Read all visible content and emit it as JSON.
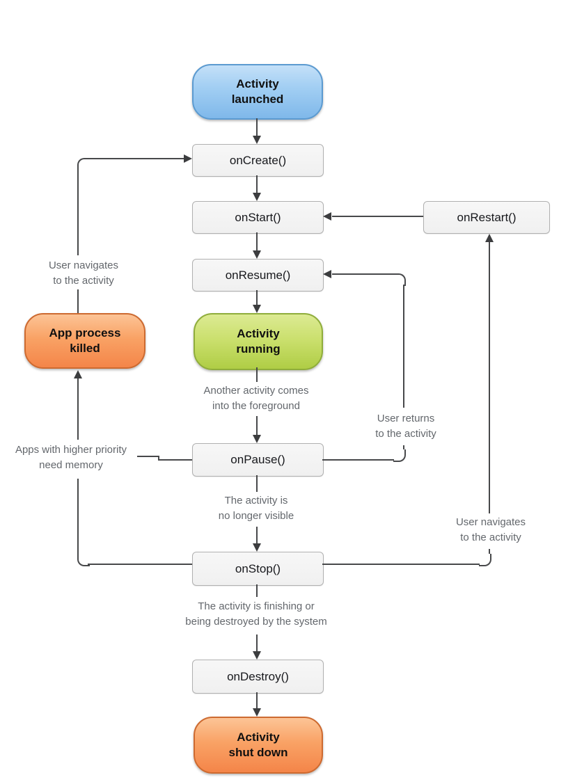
{
  "colors": {
    "state_blue_fill": "#7fb8ea",
    "state_blue_border": "#5b9ad0",
    "state_green_fill": "#afcd45",
    "state_green_border": "#8fad3b",
    "state_orange_fill": "#f48549",
    "state_orange_border": "#cd6a30",
    "callback_fill": "#f3f3f3",
    "callback_border": "#b0b0b0",
    "connector_line": "#47484a",
    "annotation_text": "#63676c",
    "label_text": "#101010"
  },
  "states": {
    "activity_launched": {
      "label": "Activity\nlaunched"
    },
    "activity_running": {
      "label": "Activity\nrunning"
    },
    "app_process_killed": {
      "label": "App process\nkilled"
    },
    "activity_shut_down": {
      "label": "Activity\nshut down"
    }
  },
  "callbacks": {
    "on_create": {
      "label": "onCreate()"
    },
    "on_start": {
      "label": "onStart()"
    },
    "on_restart": {
      "label": "onRestart()"
    },
    "on_resume": {
      "label": "onResume()"
    },
    "on_pause": {
      "label": "onPause()"
    },
    "on_stop": {
      "label": "onStop()"
    },
    "on_destroy": {
      "label": "onDestroy()"
    }
  },
  "annotations": {
    "user_navigates_left": {
      "label": "User navigates\nto the activity"
    },
    "another_activity_foreground": {
      "label": "Another activity comes\ninto the foreground"
    },
    "user_returns": {
      "label": "User returns\nto the activity"
    },
    "apps_higher_priority": {
      "label": "Apps with higher priority\nneed memory"
    },
    "activity_no_longer_visible": {
      "label": "The activity is\nno longer visible"
    },
    "user_navigates_right": {
      "label": "User navigates\nto the activity"
    },
    "activity_finishing": {
      "label": "The activity is finishing or\nbeing destroyed by the system"
    }
  }
}
